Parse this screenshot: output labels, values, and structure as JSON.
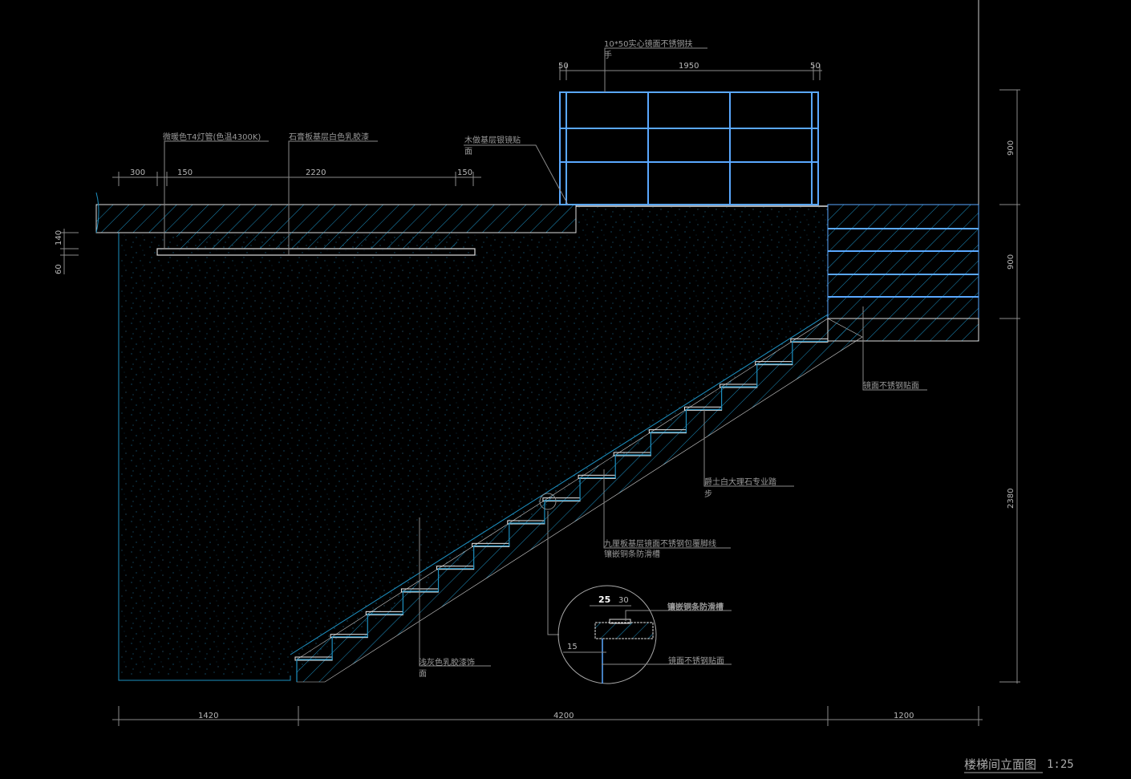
{
  "drawing": {
    "title": "楼梯间立面图",
    "scale": "1:25",
    "colors": {
      "background": "#000000",
      "railing": "#5aa8ff",
      "hatch": "#1c8fc0",
      "lines": "#e0e0e0",
      "dimension": "#8a8a8a"
    },
    "dimensions": {
      "ceiling": [
        "300",
        "150",
        "2220",
        "150"
      ],
      "ceiling_left": [
        "140",
        "60"
      ],
      "railing": [
        "50",
        "1950",
        "50"
      ],
      "right": [
        "900",
        "900",
        "2380"
      ],
      "bottom": [
        "1420",
        "4200",
        "1200"
      ],
      "detail": [
        "25",
        "30",
        "15"
      ]
    },
    "notes": {
      "light": "微暖色T4灯管(色温4300K)",
      "ceiling": "石膏板基层白色乳胶漆",
      "wood_base_1": "木做基层银镜贴",
      "wood_base_2": "面",
      "handrail_1": "10*50实心镜面不锈钢扶",
      "handrail_2": "手",
      "landing": "镜面不锈钢贴面",
      "tread_1": "爵士白大理石专业踏",
      "tread_2": "步",
      "skirting_1": "九厘板基层镜面不锈钢包覆脚线",
      "skirting_2": "镶嵌铜条防滑槽",
      "wall_1": "浅灰色乳胶漆饰",
      "wall_2": "面",
      "detail_groove": "镶嵌铜条防滑槽",
      "detail_face": "镜面不锈钢贴面"
    }
  }
}
